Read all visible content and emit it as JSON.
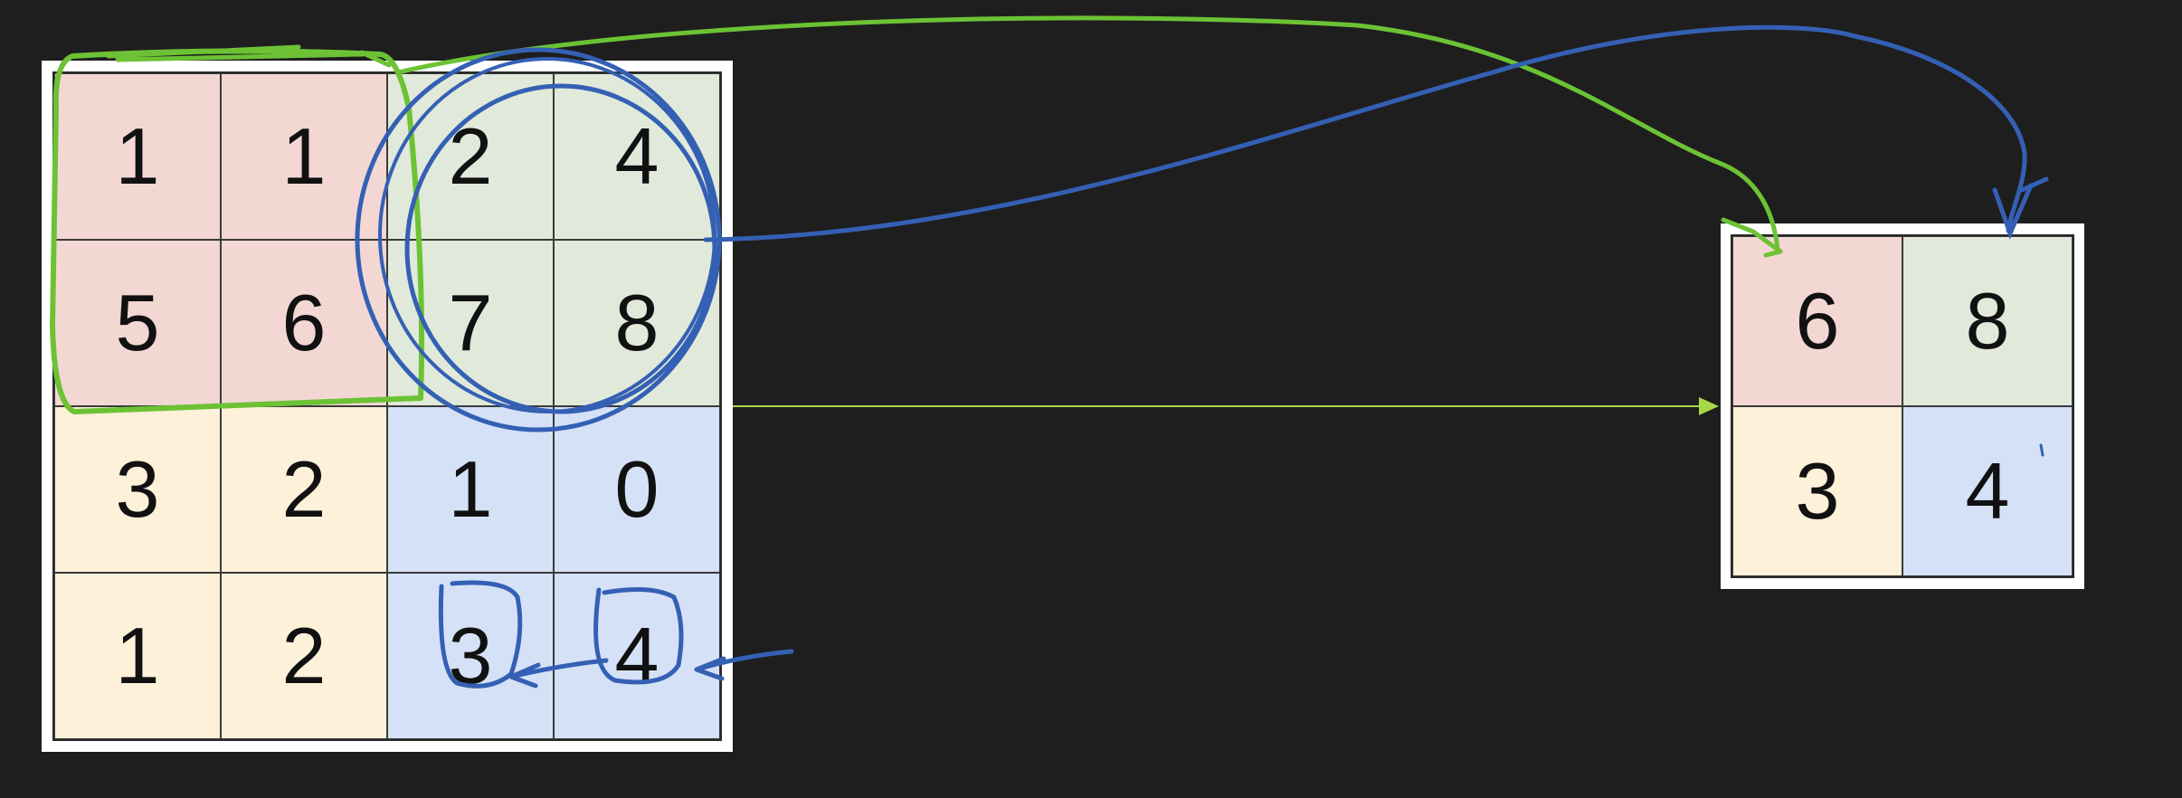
{
  "input_grid": {
    "rows": [
      [
        {
          "value": "1",
          "color": "#f2d7d3"
        },
        {
          "value": "1",
          "color": "#f2d7d3"
        },
        {
          "value": "2",
          "color": "#e1e9da"
        },
        {
          "value": "4",
          "color": "#e1e9da"
        }
      ],
      [
        {
          "value": "5",
          "color": "#f2d7d3"
        },
        {
          "value": "6",
          "color": "#f2d7d3"
        },
        {
          "value": "7",
          "color": "#e1e9da"
        },
        {
          "value": "8",
          "color": "#e1e9da"
        }
      ],
      [
        {
          "value": "3",
          "color": "#fdf1d9"
        },
        {
          "value": "2",
          "color": "#fdf1d9"
        },
        {
          "value": "1",
          "color": "#d5e1f6"
        },
        {
          "value": "0",
          "color": "#d5e1f6"
        }
      ],
      [
        {
          "value": "1",
          "color": "#fdf1d9"
        },
        {
          "value": "2",
          "color": "#fdf1d9"
        },
        {
          "value": "3",
          "color": "#d5e1f6"
        },
        {
          "value": "4",
          "color": "#d5e1f6"
        }
      ]
    ]
  },
  "output_grid": {
    "rows": [
      [
        {
          "value": "6",
          "color": "#f2d7d3"
        },
        {
          "value": "8",
          "color": "#e1e9da"
        }
      ],
      [
        {
          "value": "3",
          "color": "#fdf1d9"
        },
        {
          "value": "4",
          "color": "#d5e1f6"
        }
      ]
    ]
  },
  "colors": {
    "background": "#1e1e1e",
    "frame": "#ffffff",
    "green_annotation": "#6cc234",
    "blue_annotation": "#3460b4",
    "arrow": "#a8d84a"
  }
}
